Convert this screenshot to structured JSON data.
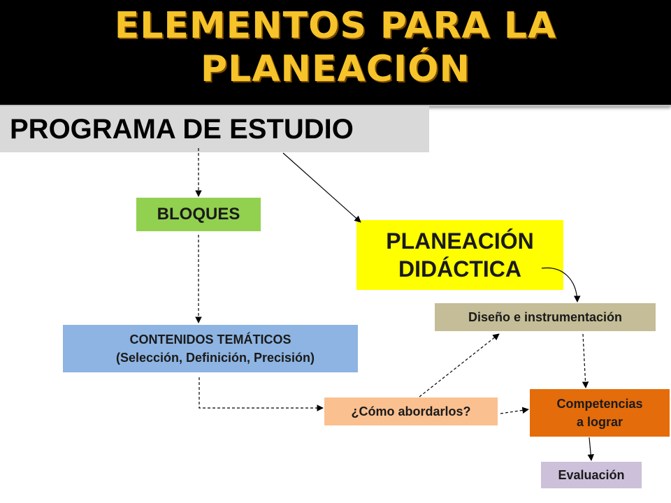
{
  "title": {
    "line1": "ELEMENTOS PARA LA",
    "line2": "PLANEACIÓN"
  },
  "programa": "PROGRAMA DE ESTUDIO",
  "boxes": {
    "bloques": "BLOQUES",
    "planeacion": {
      "line1": "PLANEACIÓN",
      "line2": "DIDÁCTICA"
    },
    "diseno": "Diseño e instrumentación",
    "contenidos": {
      "line1": "CONTENIDOS TEMÁTICOS",
      "line2": "(Selección, Definición, Precisión)"
    },
    "como": "¿Cómo abordarlos?",
    "competencias": {
      "line1": "Competencias",
      "line2": "a lograr"
    },
    "evaluacion": "Evaluación"
  },
  "colors": {
    "header_bg": "#000000",
    "title_fill": "#f6c42a",
    "programa_bg": "#d9d9d9",
    "bloques_bg": "#92d050",
    "planeacion_bg": "#ffff00",
    "diseno_bg": "#c4bd97",
    "contenidos_bg": "#8db4e2",
    "como_bg": "#fac090",
    "competencias_bg": "#e46c0a",
    "evaluacion_bg": "#ccc0da"
  }
}
